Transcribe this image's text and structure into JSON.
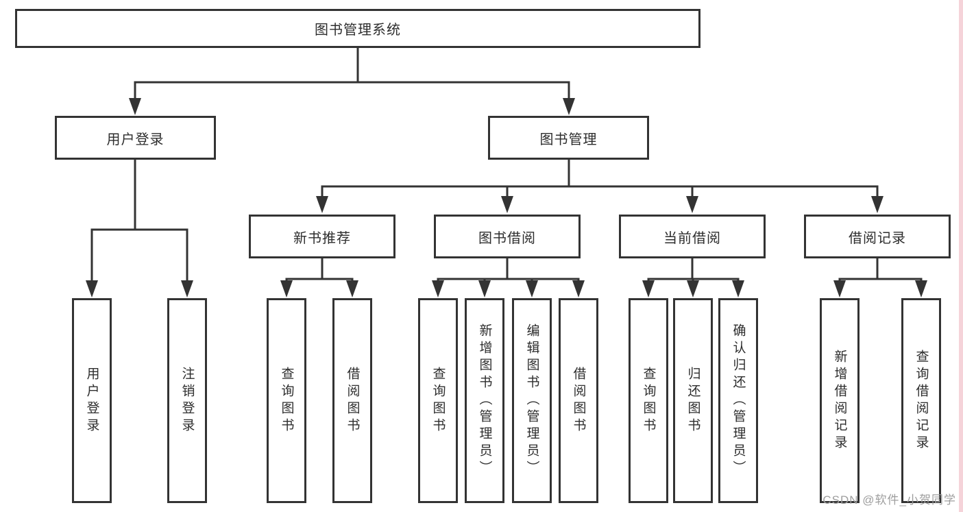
{
  "diagram": {
    "root": "图书管理系统",
    "user_login": {
      "label": "用户登录",
      "children": [
        "用户登录",
        "注销登录"
      ]
    },
    "book_mgmt": {
      "label": "图书管理",
      "sections": [
        {
          "label": "新书推荐",
          "children": [
            "查询图书",
            "借阅图书"
          ]
        },
        {
          "label": "图书借阅",
          "children": [
            "查询图书",
            "新增图书（管理员）",
            "编辑图书（管理员）",
            "借阅图书"
          ]
        },
        {
          "label": "当前借阅",
          "children": [
            "查询图书",
            "归还图书",
            "确认归还（管理员）"
          ]
        },
        {
          "label": "借阅记录",
          "children": [
            "新增借阅记录",
            "查询借阅记录"
          ]
        }
      ]
    }
  },
  "watermark": "CSDN @软件_小贺同学",
  "colors": {
    "line": "#333333",
    "text": "#2d2d2d",
    "watermark": "#9e9e9e",
    "edge_strip": "#f5d3d9"
  }
}
